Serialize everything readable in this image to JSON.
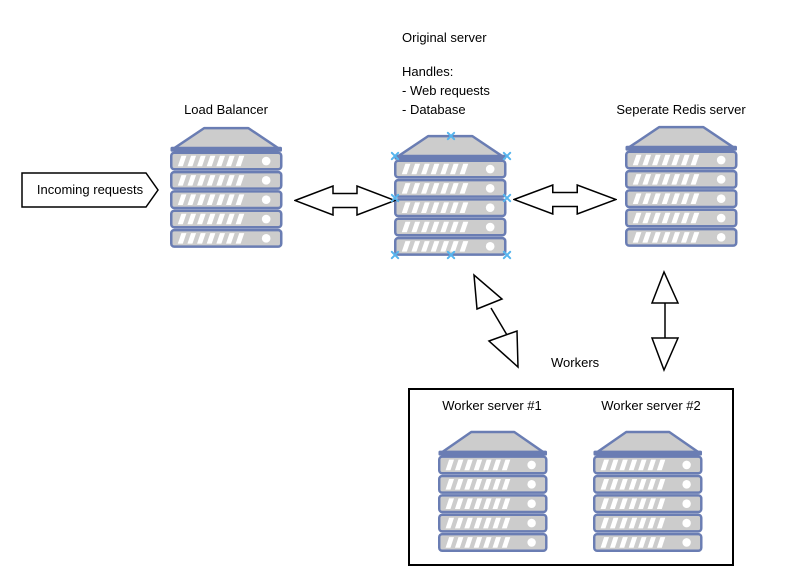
{
  "colors": {
    "canvas-bg": "#ffffff",
    "icon-fill": "#cccccc",
    "icon-stroke": "#6a7db3",
    "stripe-white": "#ffffff",
    "handle-blue": "#56b5ee",
    "line-black": "#000000"
  },
  "nodes": {
    "incoming_requests": {
      "label": "Incoming requests"
    },
    "load_balancer": {
      "label": "Load Balancer"
    },
    "original_server": {
      "label": "Original server",
      "handles_heading": "Handles:",
      "handles_items": [
        "- Web requests",
        "- Database"
      ]
    },
    "redis_server": {
      "label": "Seperate Redis server"
    },
    "workers_group": {
      "label": "Workers",
      "servers": [
        {
          "label": "Worker server #1"
        },
        {
          "label": "Worker server #2"
        }
      ]
    }
  }
}
